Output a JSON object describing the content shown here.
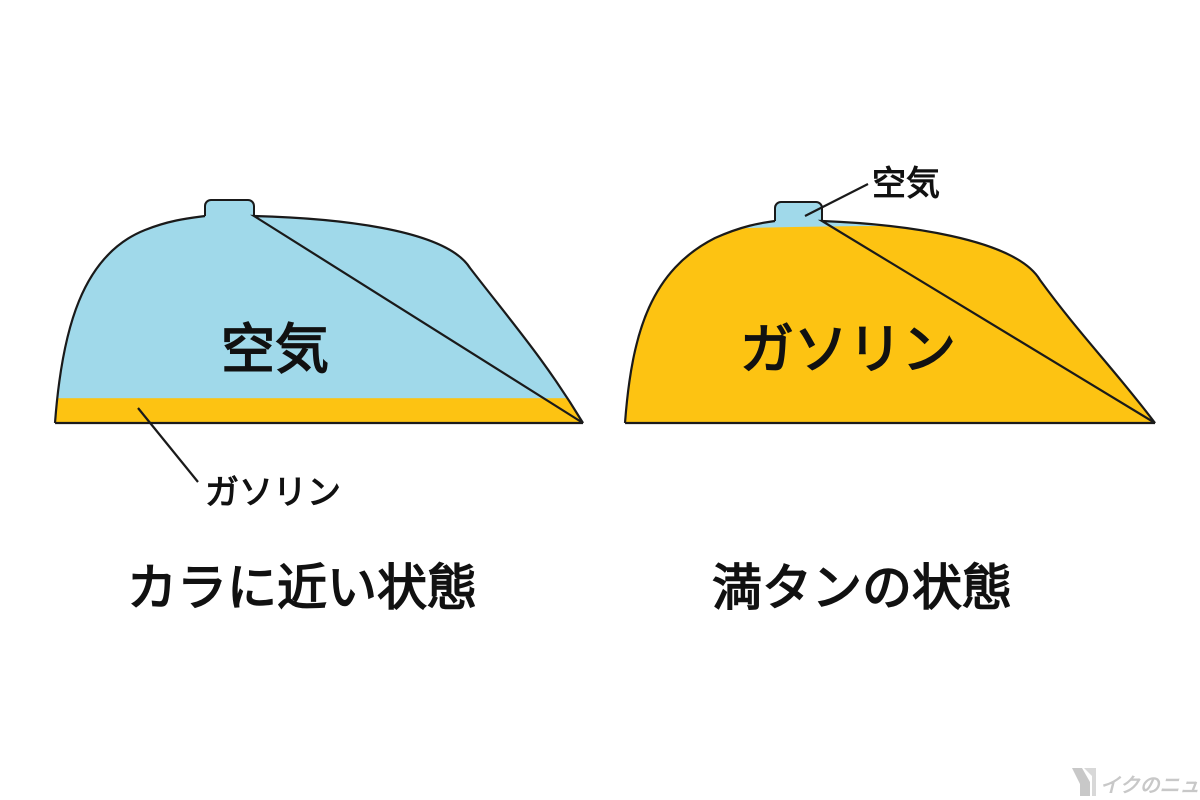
{
  "colors": {
    "air": "#a0d9ea",
    "gasoline": "#fdc312",
    "outline": "#1a1a1a",
    "text": "#111111",
    "logo": "#c8c8c8"
  },
  "left_tank": {
    "air_label": "空気",
    "gasoline_label": "ガソリン",
    "caption": "カラに近い状態",
    "gasoline_level": 0.12
  },
  "right_tank": {
    "gasoline_label": "ガソリン",
    "air_label": "空気",
    "caption": "満タンの状態",
    "gasoline_level": 0.93
  },
  "logo": {
    "text": "イクのニュース",
    "icon": "bike-logo-icon"
  }
}
